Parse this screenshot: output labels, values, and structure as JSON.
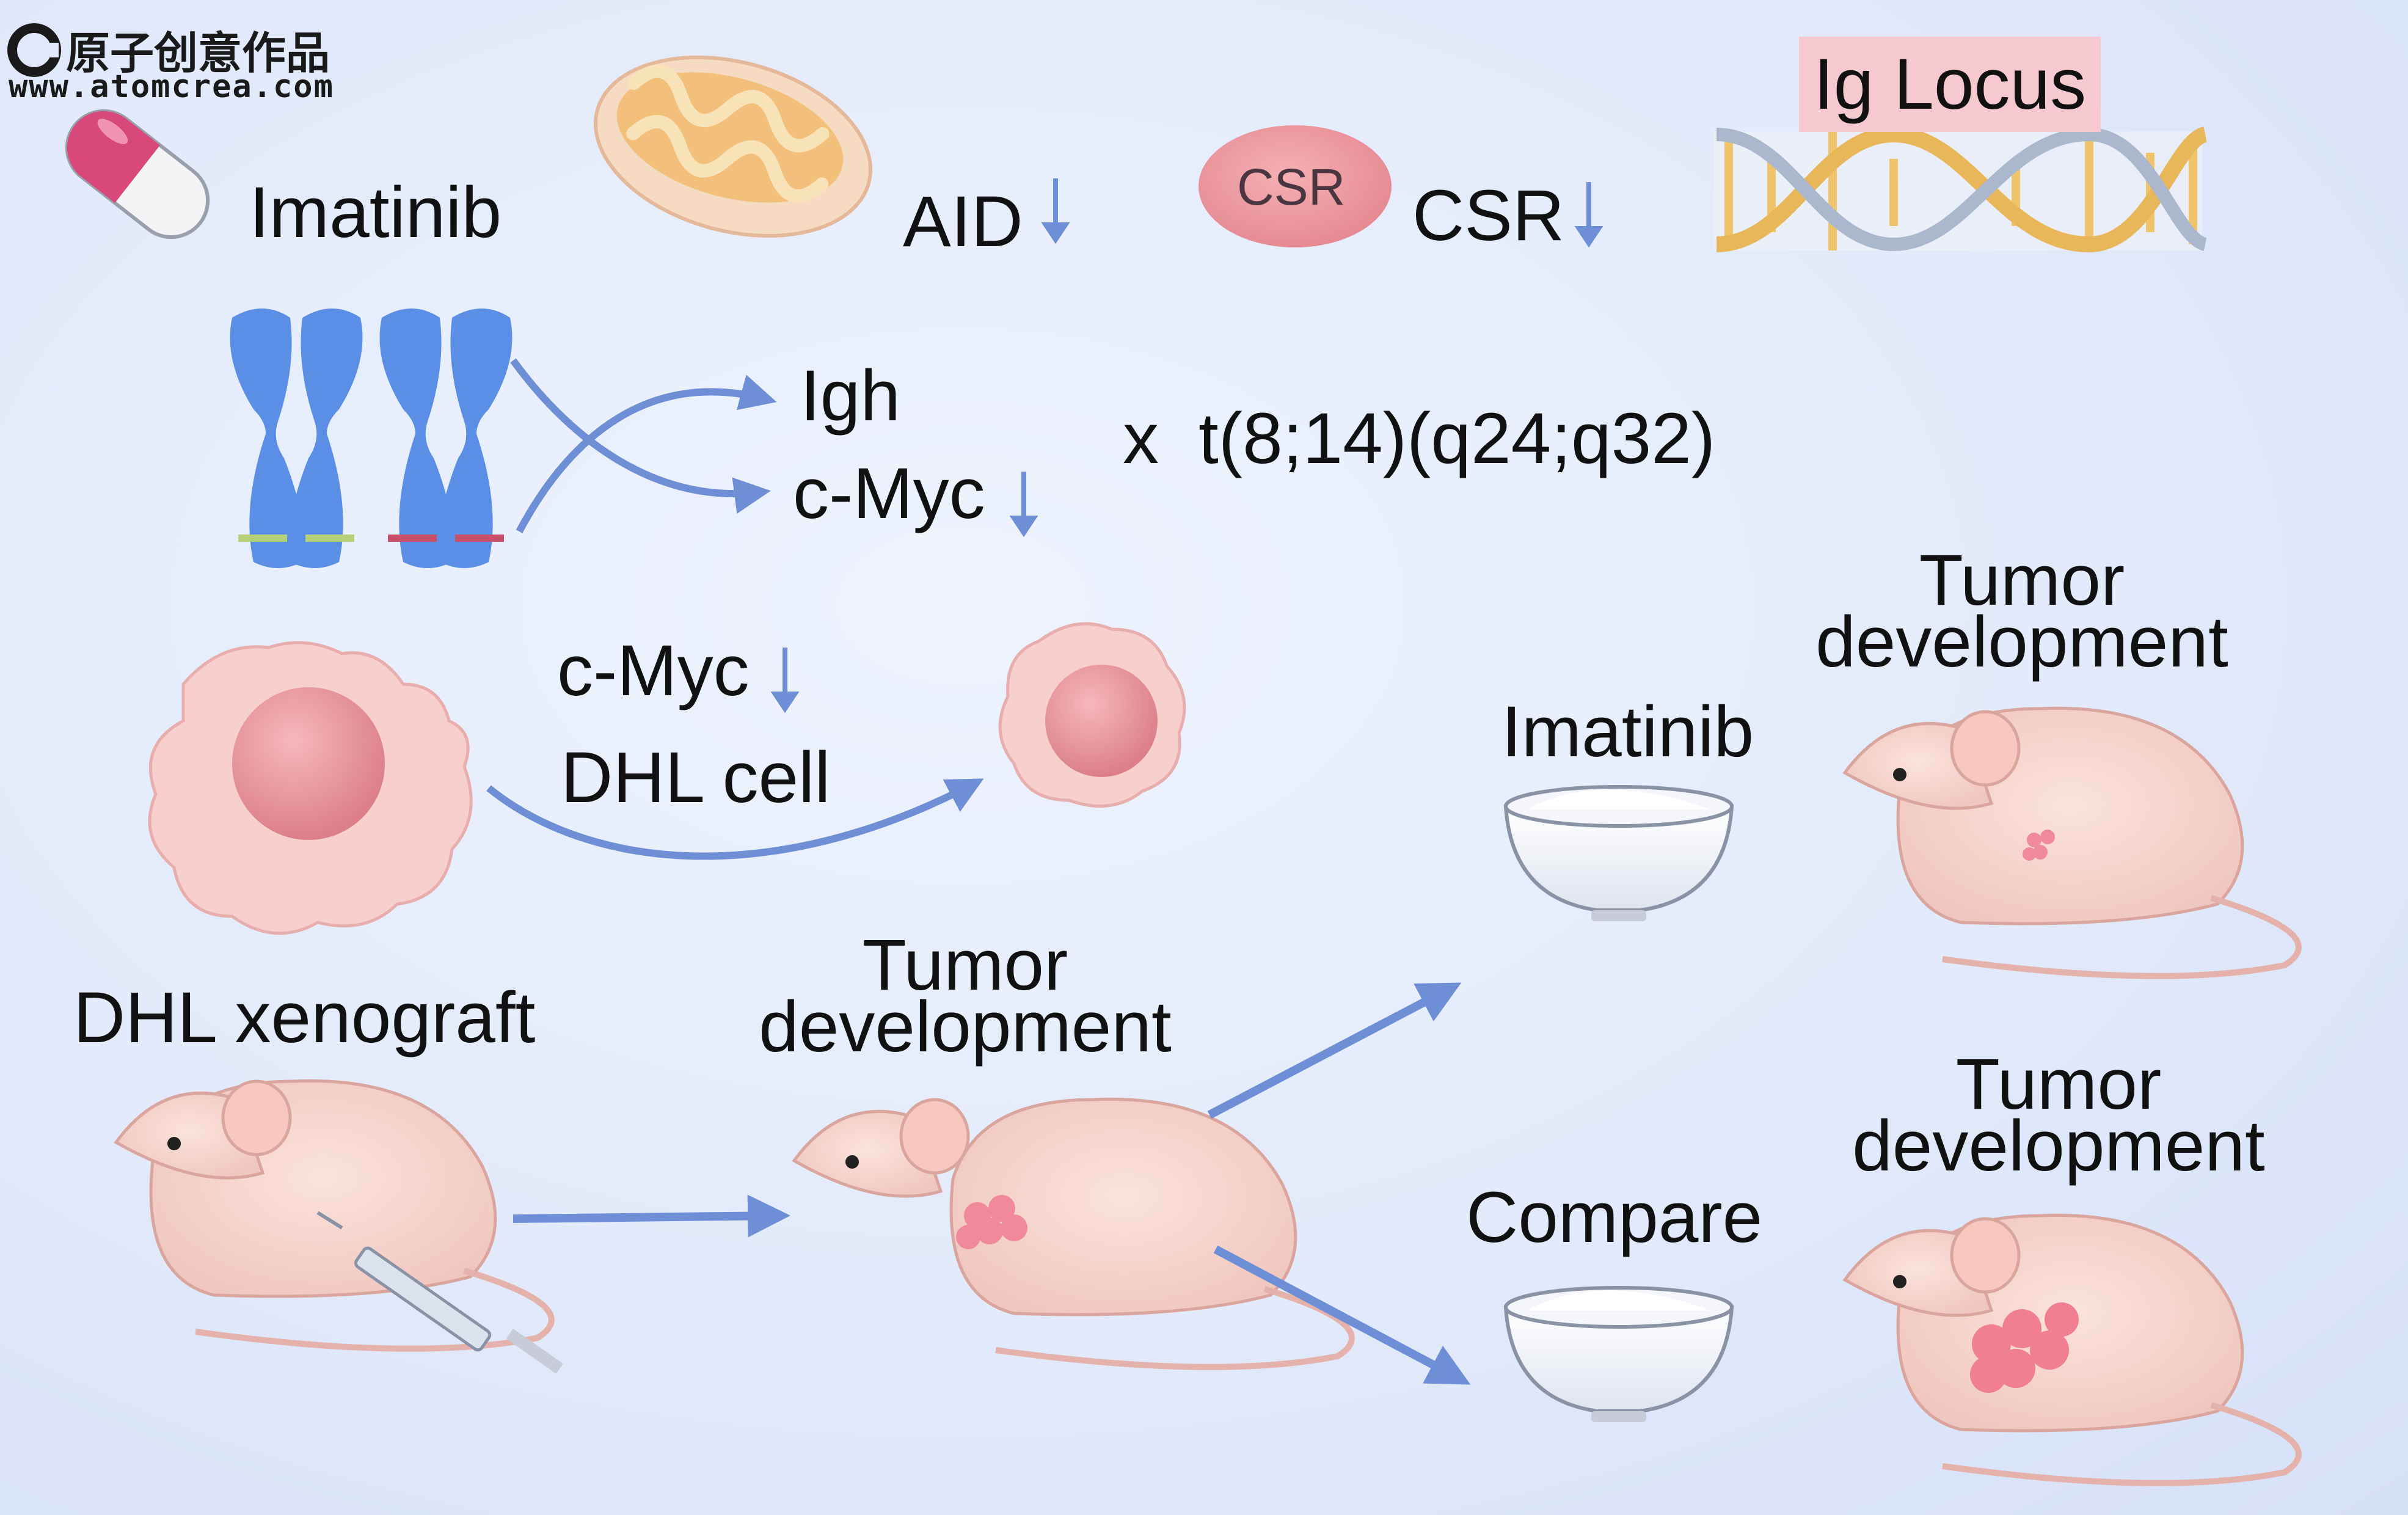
{
  "watermark": {
    "brand": "原子创意作品",
    "url": "www.atomcrea.com"
  },
  "row1": {
    "drug": "Imatinib",
    "aid": "AID",
    "csr_badge": "CSR",
    "csr": "CSR",
    "locus": "Ig Locus"
  },
  "row2": {
    "gene1": "Igh",
    "gene2": "c-Myc",
    "translocation_x": "x",
    "translocation": "t(8;14)(q24;q32)"
  },
  "row3": {
    "gene": "c-Myc",
    "cell": "DHL cell"
  },
  "row4": {
    "xenograft": "DHL xenograft",
    "tumor_center": [
      "Tumor",
      "development"
    ],
    "treatment": "Imatinib",
    "control": "Compare",
    "tumor_top": [
      "Tumor",
      "development"
    ],
    "tumor_bottom": [
      "Tumor",
      "development"
    ]
  },
  "colors": {
    "arrow_blue": "#6e8fd6",
    "chromosome_blue": "#5b8fe6",
    "cell_pink": "#f7cfcc",
    "nucleus": "#e58d93"
  }
}
